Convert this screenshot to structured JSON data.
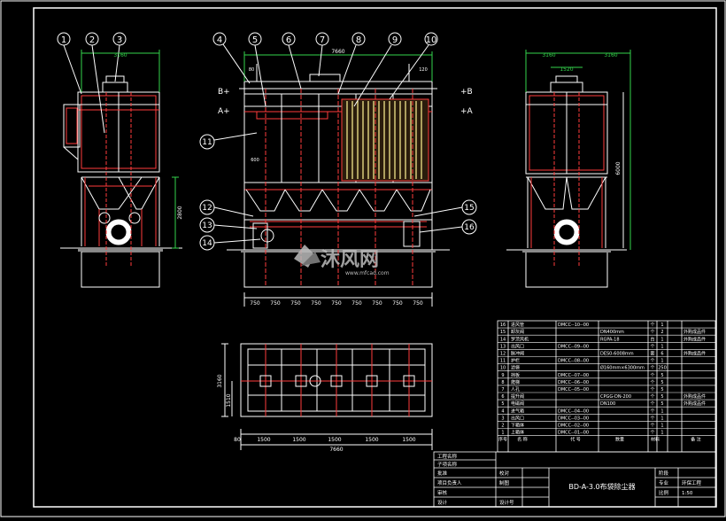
{
  "drawing": {
    "title_block": {
      "drawing_no": "BD-A-3.0布袋除尘器",
      "header_labels": [
        "工程名称",
        "子项名称"
      ],
      "left_labels": [
        "批准",
        "项目负责人",
        "审核",
        "设计"
      ],
      "mid_labels": [
        "校对",
        "制图",
        "设计号"
      ],
      "right_labels": [
        "阶段",
        "专业",
        "比例"
      ],
      "right_values": [
        "",
        "环保工程",
        "1:50"
      ]
    },
    "bom_header": [
      "序号",
      "名  称",
      "代  号",
      "数量",
      "材料",
      "备  注"
    ],
    "bom_rows": [
      {
        "no": "16",
        "name": "进风管",
        "code": "DMCC--10--00",
        "spec": "",
        "unit": "个",
        "qty": "1",
        "note": ""
      },
      {
        "no": "15",
        "name": "卸灰阀",
        "code": "",
        "spec": "DN400mm",
        "unit": "个",
        "qty": "2",
        "note": "外购成品件"
      },
      {
        "no": "14",
        "name": "罗茨风机",
        "code": "",
        "spec": "RGPA-18",
        "unit": "台",
        "qty": "1",
        "note": "外购成品件"
      },
      {
        "no": "13",
        "name": "出风口",
        "code": "DMCC--09--00",
        "spec": "",
        "unit": "个",
        "qty": "1",
        "note": ""
      },
      {
        "no": "12",
        "name": "脉冲阀",
        "code": "",
        "spec": "DES0-6008mm",
        "unit": "套",
        "qty": "6",
        "note": "外购成品件"
      },
      {
        "no": "11",
        "name": "护栏",
        "code": "DMCC--08--00",
        "spec": "",
        "unit": "个",
        "qty": "1",
        "note": ""
      },
      {
        "no": "10",
        "name": "滤袋",
        "code": "",
        "spec": "Ø160mm×6300mm",
        "unit": "个",
        "qty": "250",
        "note": ""
      },
      {
        "no": "9",
        "name": "挡板",
        "code": "DMCC--07--00",
        "spec": "",
        "unit": "个",
        "qty": "5",
        "note": ""
      },
      {
        "no": "8",
        "name": "爬梯",
        "code": "DMCC--06--00",
        "spec": "",
        "unit": "个",
        "qty": "5",
        "note": ""
      },
      {
        "no": "7",
        "name": "人孔",
        "code": "DMCC--05--00",
        "spec": "",
        "unit": "个",
        "qty": "5",
        "note": ""
      },
      {
        "no": "6",
        "name": "提升阀",
        "code": "",
        "spec": "CPGG-DN-200",
        "unit": "个",
        "qty": "5",
        "note": "外购成品件"
      },
      {
        "no": "5",
        "name": "电磁阀",
        "code": "",
        "spec": "DN100",
        "unit": "个",
        "qty": "5",
        "note": "外购成品件"
      },
      {
        "no": "4",
        "name": "进气箱",
        "code": "DMCC--04--00",
        "spec": "",
        "unit": "个",
        "qty": "1",
        "note": ""
      },
      {
        "no": "3",
        "name": "出风口",
        "code": "DMCC--03--00",
        "spec": "",
        "unit": "个",
        "qty": "1",
        "note": ""
      },
      {
        "no": "2",
        "name": "下箱体",
        "code": "DMCC--02--00",
        "spec": "",
        "unit": "个",
        "qty": "1",
        "note": ""
      },
      {
        "no": "1",
        "name": "上箱体",
        "code": "DMCC--01--00",
        "spec": "",
        "unit": "个",
        "qty": "1",
        "note": ""
      }
    ],
    "callouts_left": [
      "1",
      "2",
      "3"
    ],
    "callouts_front_top": [
      "4",
      "5",
      "6",
      "7",
      "8",
      "9",
      "10"
    ],
    "callouts_front_left": [
      "11",
      "12",
      "13",
      "14"
    ],
    "callouts_front_right": [
      "15",
      "16"
    ],
    "level_marks": {
      "b_left": "B+",
      "a_left": "A+",
      "b_right": "+B",
      "a_right": "+A"
    },
    "dims": {
      "left_top": "3160",
      "left_side": "2800",
      "front_top": "7660",
      "front_small_1": "80",
      "front_small_2": "120",
      "front_mid": "600",
      "front_bottom": [
        "750",
        "750",
        "750",
        "750",
        "750",
        "750",
        "750",
        "750",
        "750"
      ],
      "right_top_a": "3160",
      "right_top_b": "3160",
      "right_top_c": "1520",
      "right_side": "6000",
      "plan_side": "3160",
      "plan_side_small": "1510",
      "plan_bottom": [
        "1500",
        "1500",
        "1500",
        "1500",
        "1500"
      ],
      "plan_left_small": "80",
      "plan_total": "7660"
    },
    "watermark_text": "沐风网",
    "watermark_url": "www.mfcad.com"
  },
  "colors": {
    "background": "#000000",
    "frame": "#ffffff",
    "red": "#ff3b3b",
    "green": "#34d34c",
    "yellow": "#f2e68a",
    "grey": "#8a8a8a",
    "watermark": "#bbbbbb"
  }
}
